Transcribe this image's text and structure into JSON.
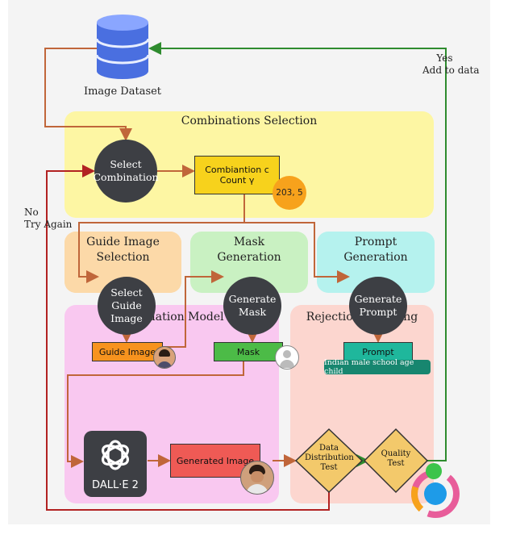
{
  "dataset": {
    "label": "Image Dataset"
  },
  "combinations": {
    "title": "Combinations Selection",
    "node": "Select Combination",
    "box_line1": "Combiantion c",
    "box_line2": "Count γ",
    "badge": "203, 5"
  },
  "guide": {
    "title": "Guide Image Selection",
    "node": "Select Guide Image",
    "box": "Guide Image"
  },
  "mask": {
    "title": "Mask Generation",
    "node": "Generate Mask",
    "box": "Mask"
  },
  "prompt": {
    "title": "Prompt Generation",
    "node": "Generate Prompt",
    "box": "Prompt",
    "text": "Indian male school age child"
  },
  "foundation": {
    "title": "Foundation Model",
    "logo_text": "DALL·E 2",
    "box": "Generated Image"
  },
  "rejection": {
    "title": "Rejection Sampling",
    "diamond1": "Data Distribution Test",
    "diamond2": "Quality Test"
  },
  "labels": {
    "yes_line1": "Yes",
    "yes_line2": "Add to data",
    "no_line1": "No",
    "no_line2": "Try Again"
  },
  "colors": {
    "orange_arrow": "#c0663a",
    "green_arrow": "#2e8b2e",
    "red_arrow": "#b22222",
    "yellow_region": "#fdf6a3",
    "orange_region": "#fcd9a8",
    "green_region": "#c9f1c2",
    "cyan_region": "#b5f2ee",
    "pink_region": "#f9c8f0",
    "salmon_region": "#fcd6cf"
  }
}
